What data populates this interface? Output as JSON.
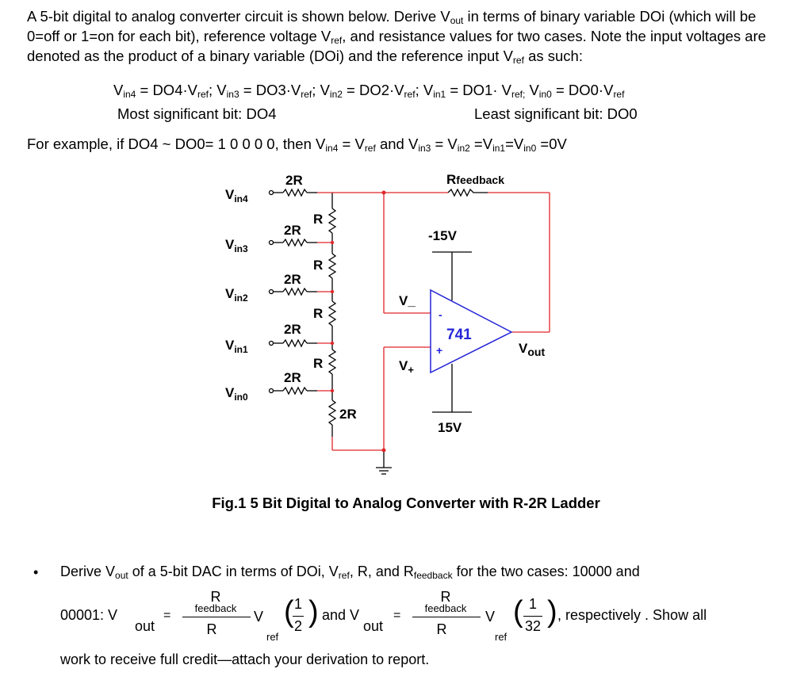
{
  "intro": {
    "t1": "A 5-bit digital to analog converter circuit is shown below. Derive V",
    "t1_sub": "out",
    "t2": " in terms of binary variable DOi (which will be 0=off or 1=on for each bit), reference voltage V",
    "t2_sub": "ref",
    "t3": ", and resistance values for two cases. Note the input voltages are denoted as the product of a binary variable (DOi) and the reference input V",
    "t3_sub": "ref",
    "t4": " as such:"
  },
  "equations": [
    {
      "v": "V",
      "vsub": "in4",
      "mid": " = DO4·V",
      "rsub": "ref",
      "sep": "; "
    },
    {
      "v": "V",
      "vsub": "in3",
      "mid": " = DO3·V",
      "rsub": "ref",
      "sep": "; "
    },
    {
      "v": "V",
      "vsub": "in2",
      "mid": " = DO2·V",
      "rsub": "ref",
      "sep": "; "
    },
    {
      "v": "V",
      "vsub": "in1",
      "mid": " = DO1· V",
      "rsub": "ref;",
      "sep": " "
    },
    {
      "v": "V",
      "vsub": "in0",
      "mid": " = DO0·V",
      "rsub": "ref",
      "sep": ""
    }
  ],
  "msb": "Most significant bit: DO4",
  "lsb": "Least significant bit: DO0",
  "example": {
    "a": "For example, if DO4 ~ DO0= 1 0 0 0 0, then V",
    "a_sub": "in4",
    "b": " = V",
    "b_sub": "ref",
    "c": " and V",
    "c_sub": "in3",
    "d": " = V",
    "d_sub": "in2",
    "e": " =V",
    "e_sub": "in1",
    "f": "=V",
    "f_sub": "in0",
    "g": " =0V"
  },
  "circuit": {
    "inputs": [
      {
        "main": "V",
        "sub": "in4"
      },
      {
        "main": "V",
        "sub": "in3"
      },
      {
        "main": "V",
        "sub": "in2"
      },
      {
        "main": "V",
        "sub": "in1"
      },
      {
        "main": "V",
        "sub": "in0"
      }
    ],
    "r2_label": "2R",
    "r_label": "R",
    "bottom_r_label": "2R",
    "feedback": {
      "main": "R",
      "sub": "feedback"
    },
    "neg_supply": "-15V",
    "pos_supply": "15V",
    "opamp": "741",
    "minus_sign": "-",
    "plus_sign": "+",
    "vminus": "V_",
    "vplus": "V",
    "vplus_sub": "+",
    "vout": {
      "main": "V",
      "sub": "out"
    },
    "colors": {
      "wire_red": "#e0262b",
      "wire_black": "#000000",
      "opamp_blue": "#2424d8"
    }
  },
  "caption": "Fig.1 5 Bit Digital to Analog Converter with R-2R Ladder",
  "task": {
    "bullet": "•",
    "a": "Derive V",
    "a_sub": "out",
    "b": " of a 5-bit DAC in terms of DOi, V",
    "b_sub": "ref",
    "c": ", R, and R",
    "c_sub": "feedback",
    "d": " for the two cases: 10000 and",
    "cases_prefix": "00001: V",
    "out_sub": "out",
    "eq": "=",
    "frac_num": "R",
    "frac_num_sub": "feedback",
    "frac_den": "R",
    "v": "V",
    "ref_sub": "ref",
    "half_num": "1",
    "half_den": "2",
    "and_v": "and V",
    "n32_num": "1",
    "n32_den": "32",
    "tail": ", respectively . Show all",
    "last_line": "work to receive full credit—attach your derivation to report."
  }
}
